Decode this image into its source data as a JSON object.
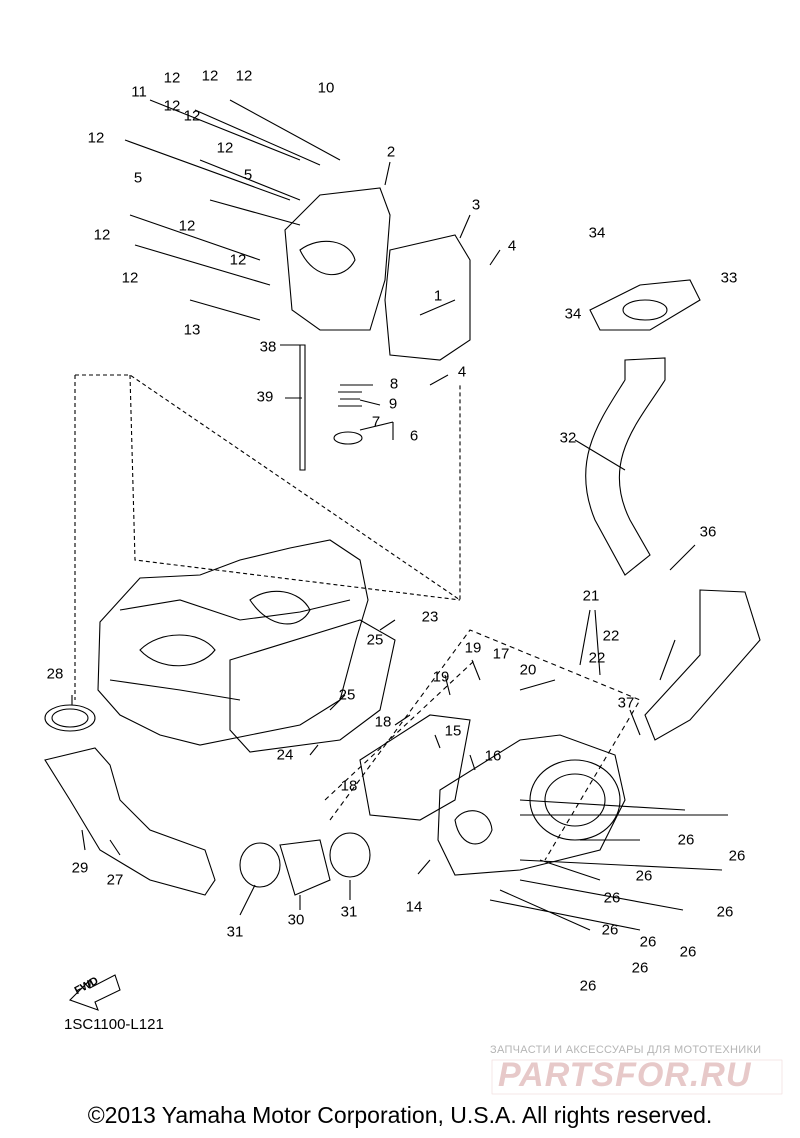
{
  "diagram": {
    "code": "1SC1100-L121",
    "fwd_label": "FWD",
    "copyright": "©2013 Yamaha Motor Corporation, U.S.A. All rights reserved.",
    "watermark": {
      "tagline": "ЗАПЧАСТИ И АКСЕССУАРЫ ДЛЯ МОТОТЕХНИКИ",
      "logo": "PARTSFOR.RU"
    },
    "colors": {
      "ink": "#000000",
      "watermark_text": "#b5b5b5",
      "watermark_logo": "#e7c9c9"
    },
    "callouts": [
      "12",
      "12",
      "12",
      "11",
      "10",
      "12",
      "12",
      "12",
      "5",
      "12",
      "5",
      "2",
      "12",
      "3",
      "12",
      "12",
      "4",
      "12",
      "34",
      "33",
      "1",
      "34",
      "13",
      "38",
      "8",
      "4",
      "39",
      "9",
      "7",
      "6",
      "32",
      "36",
      "21",
      "23",
      "22",
      "25",
      "19",
      "17",
      "22",
      "28",
      "19",
      "20",
      "25",
      "37",
      "18",
      "15",
      "16",
      "24",
      "18",
      "26",
      "26",
      "26",
      "29",
      "27",
      "26",
      "26",
      "14",
      "26",
      "31",
      "30",
      "31",
      "26",
      "26",
      "26",
      "26"
    ]
  }
}
